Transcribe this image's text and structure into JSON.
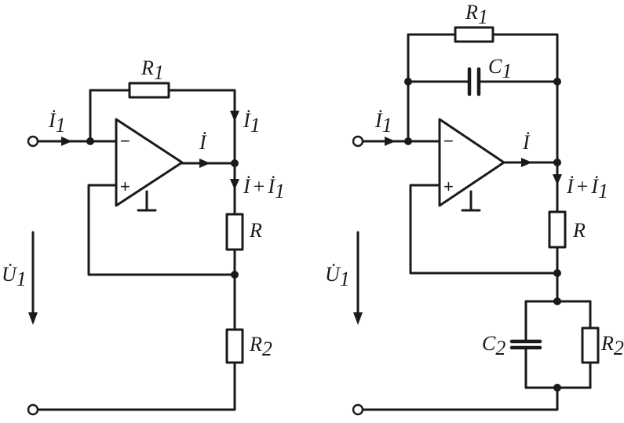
{
  "left_circuit": {
    "input_current": {
      "symbol": "İ",
      "sub": "1"
    },
    "feedback_resistor": {
      "symbol": "R",
      "sub": "1"
    },
    "feedback_current": {
      "symbol": "İ",
      "sub": "1"
    },
    "output_current": {
      "symbol": "İ"
    },
    "sum_current": {
      "a": "İ",
      "op": "+",
      "b": "İ",
      "b_sub": "1"
    },
    "resistor_r": {
      "symbol": "R"
    },
    "resistor_r2": {
      "symbol": "R",
      "sub": "2"
    },
    "voltage": {
      "symbol": "U̇",
      "sub": "1"
    },
    "opamp": {
      "inverting": "−",
      "noninverting": "+"
    }
  },
  "right_circuit": {
    "feedback_resistor": {
      "symbol": "R",
      "sub": "1"
    },
    "feedback_capacitor": {
      "symbol": "C",
      "sub": "1"
    },
    "input_current": {
      "symbol": "İ",
      "sub": "1"
    },
    "output_current": {
      "symbol": "İ"
    },
    "sum_current": {
      "a": "İ",
      "op": "+",
      "b": "İ",
      "b_sub": "1"
    },
    "resistor_r": {
      "symbol": "R"
    },
    "voltage": {
      "symbol": "U̇",
      "sub": "1"
    },
    "capacitor_c2": {
      "symbol": "C",
      "sub": "2"
    },
    "resistor_r2": {
      "symbol": "R",
      "sub": "2"
    },
    "opamp": {
      "inverting": "−",
      "noninverting": "+"
    }
  }
}
